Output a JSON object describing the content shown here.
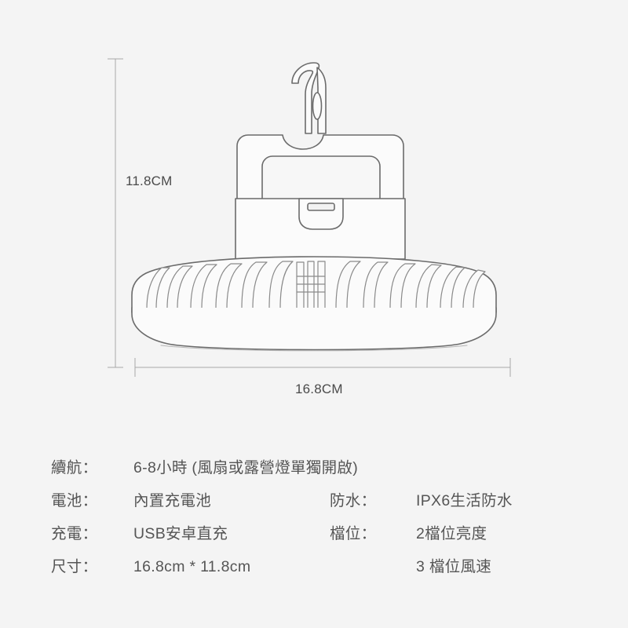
{
  "background_color": "#f4f4f4",
  "line_color": "#6b6b6b",
  "text_color": "#555555",
  "diagram": {
    "product": "camping-fan-light",
    "height_dimension": "11.8CM",
    "width_dimension": "16.8CM",
    "parts": [
      "hook",
      "handle",
      "usb-port",
      "vented-fan-housing",
      "lamp-diffuser"
    ]
  },
  "specs": {
    "rows": [
      {
        "left_label": "續航：",
        "left_value": "6-8小時 (風扇或露營燈單獨開啟)",
        "right_label": "",
        "right_value": ""
      },
      {
        "left_label": "電池：",
        "left_value": "內置充電池",
        "right_label": "防水：",
        "right_value": "IPX6生活防水"
      },
      {
        "left_label": "充電：",
        "left_value": "USB安卓直充",
        "right_label": "檔位：",
        "right_value": "2檔位亮度"
      },
      {
        "left_label": "尺寸：",
        "left_value": "16.8cm * 11.8cm",
        "right_label": "",
        "right_value": "3 檔位風速"
      }
    ]
  }
}
